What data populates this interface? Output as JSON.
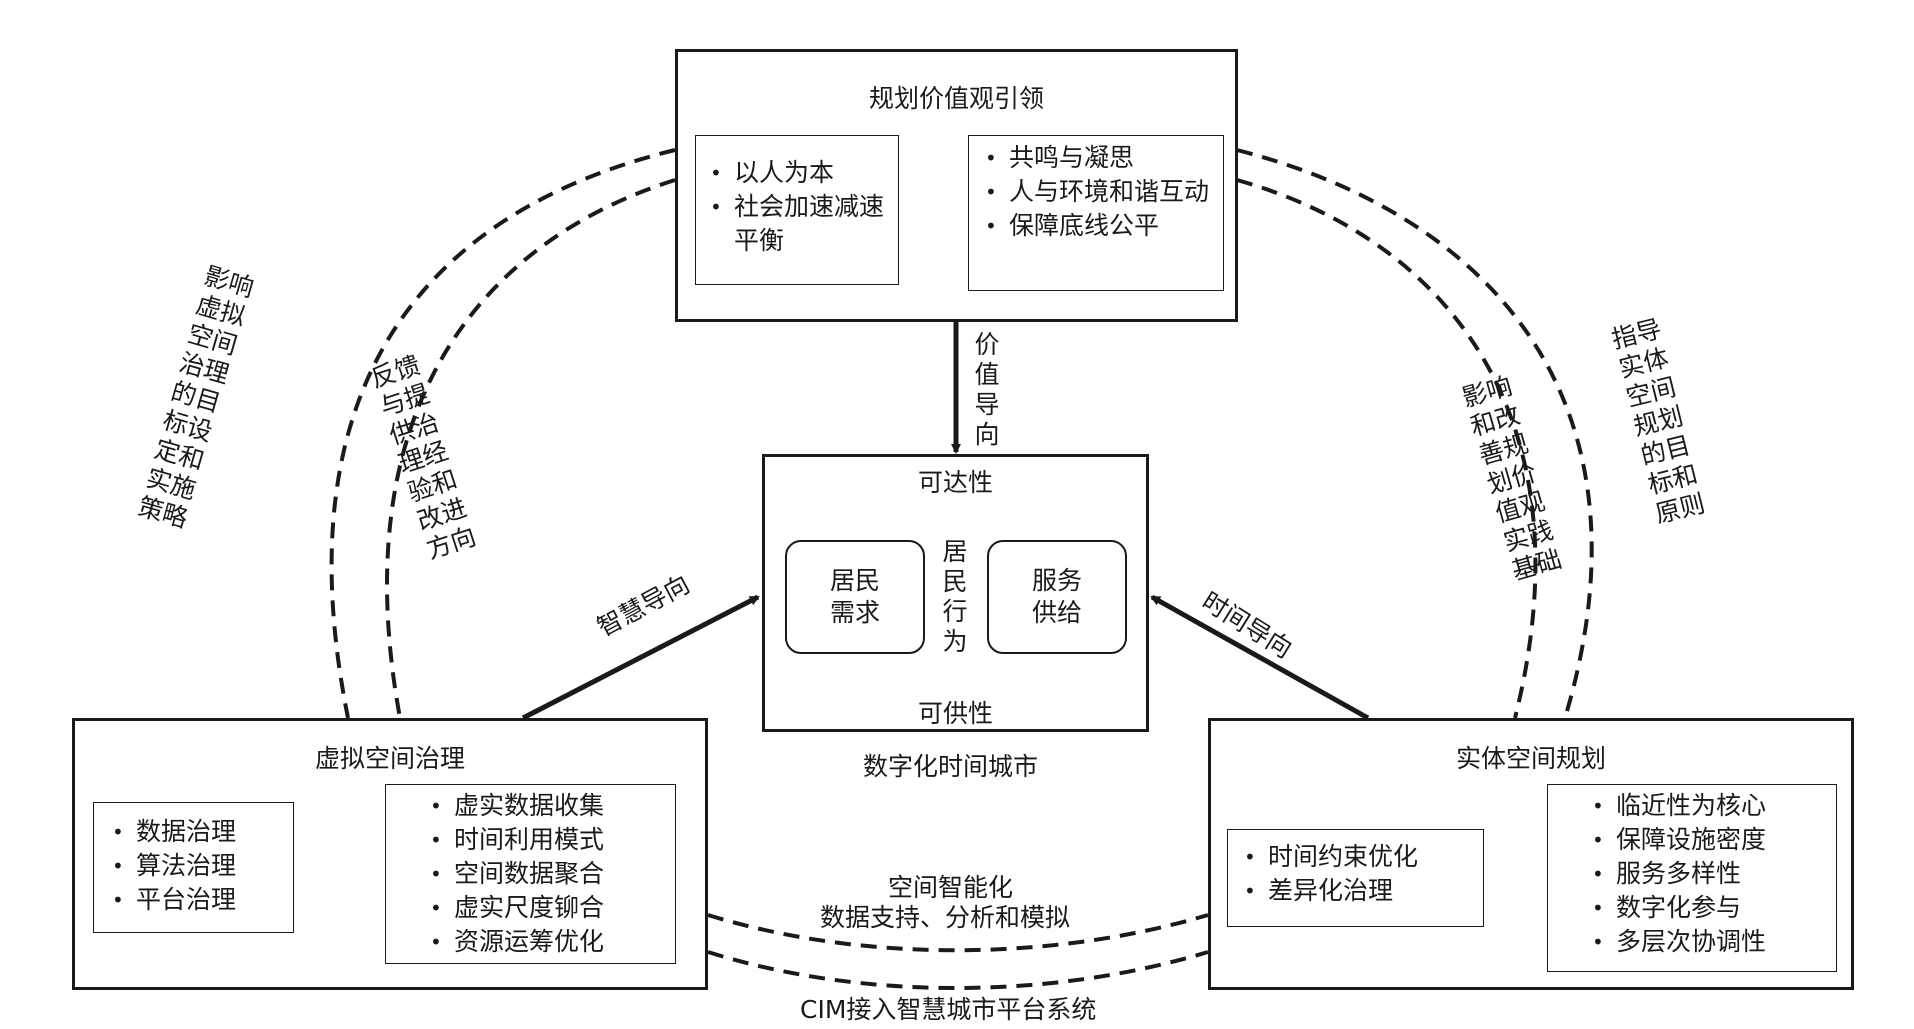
{
  "top": {
    "title": "规划价值观引领",
    "left_items": [
      "以人为本",
      "社会加速减速平衡"
    ],
    "right_items": [
      "共鸣与凝思",
      "人与环境和谐互动",
      "保障底线公平"
    ]
  },
  "center": {
    "caption": "数字化时间城市",
    "accessibility": "可达性",
    "supply": "可供性",
    "demand": "居民需求",
    "service": "服务供给",
    "behavior": "居民行为"
  },
  "left": {
    "title": "虚拟空间治理",
    "left_items": [
      "数据治理",
      "算法治理",
      "平台治理"
    ],
    "right_items": [
      "虚实数据收集",
      "时间利用模式",
      "空间数据聚合",
      "虚实尺度铆合",
      "资源运筹优化"
    ]
  },
  "right": {
    "title": "实体空间规划",
    "left_items": [
      "时间约束优化",
      "差异化治理"
    ],
    "right_items": [
      "临近性为核心",
      "保障设施密度",
      "服务多样性",
      "数字化参与",
      "多层次协调性"
    ]
  },
  "connections": {
    "value_guide": "价值导向",
    "smart_guide": "智慧导向",
    "time_guide": "时间导向",
    "bottom_inner_line1": "空间智能化",
    "bottom_inner_line2": "数据支持、分析和模拟",
    "bottom_outer": "CIM接入智慧城市平台系统",
    "left_outer": "影响虚拟空间治理的目标设定和实施策略",
    "left_inner": "反馈与提供治理经验和改进方向",
    "right_inner": "影响和改善规划价值观实践基础",
    "right_outer": "指导实体空间规划的目标和原则"
  }
}
